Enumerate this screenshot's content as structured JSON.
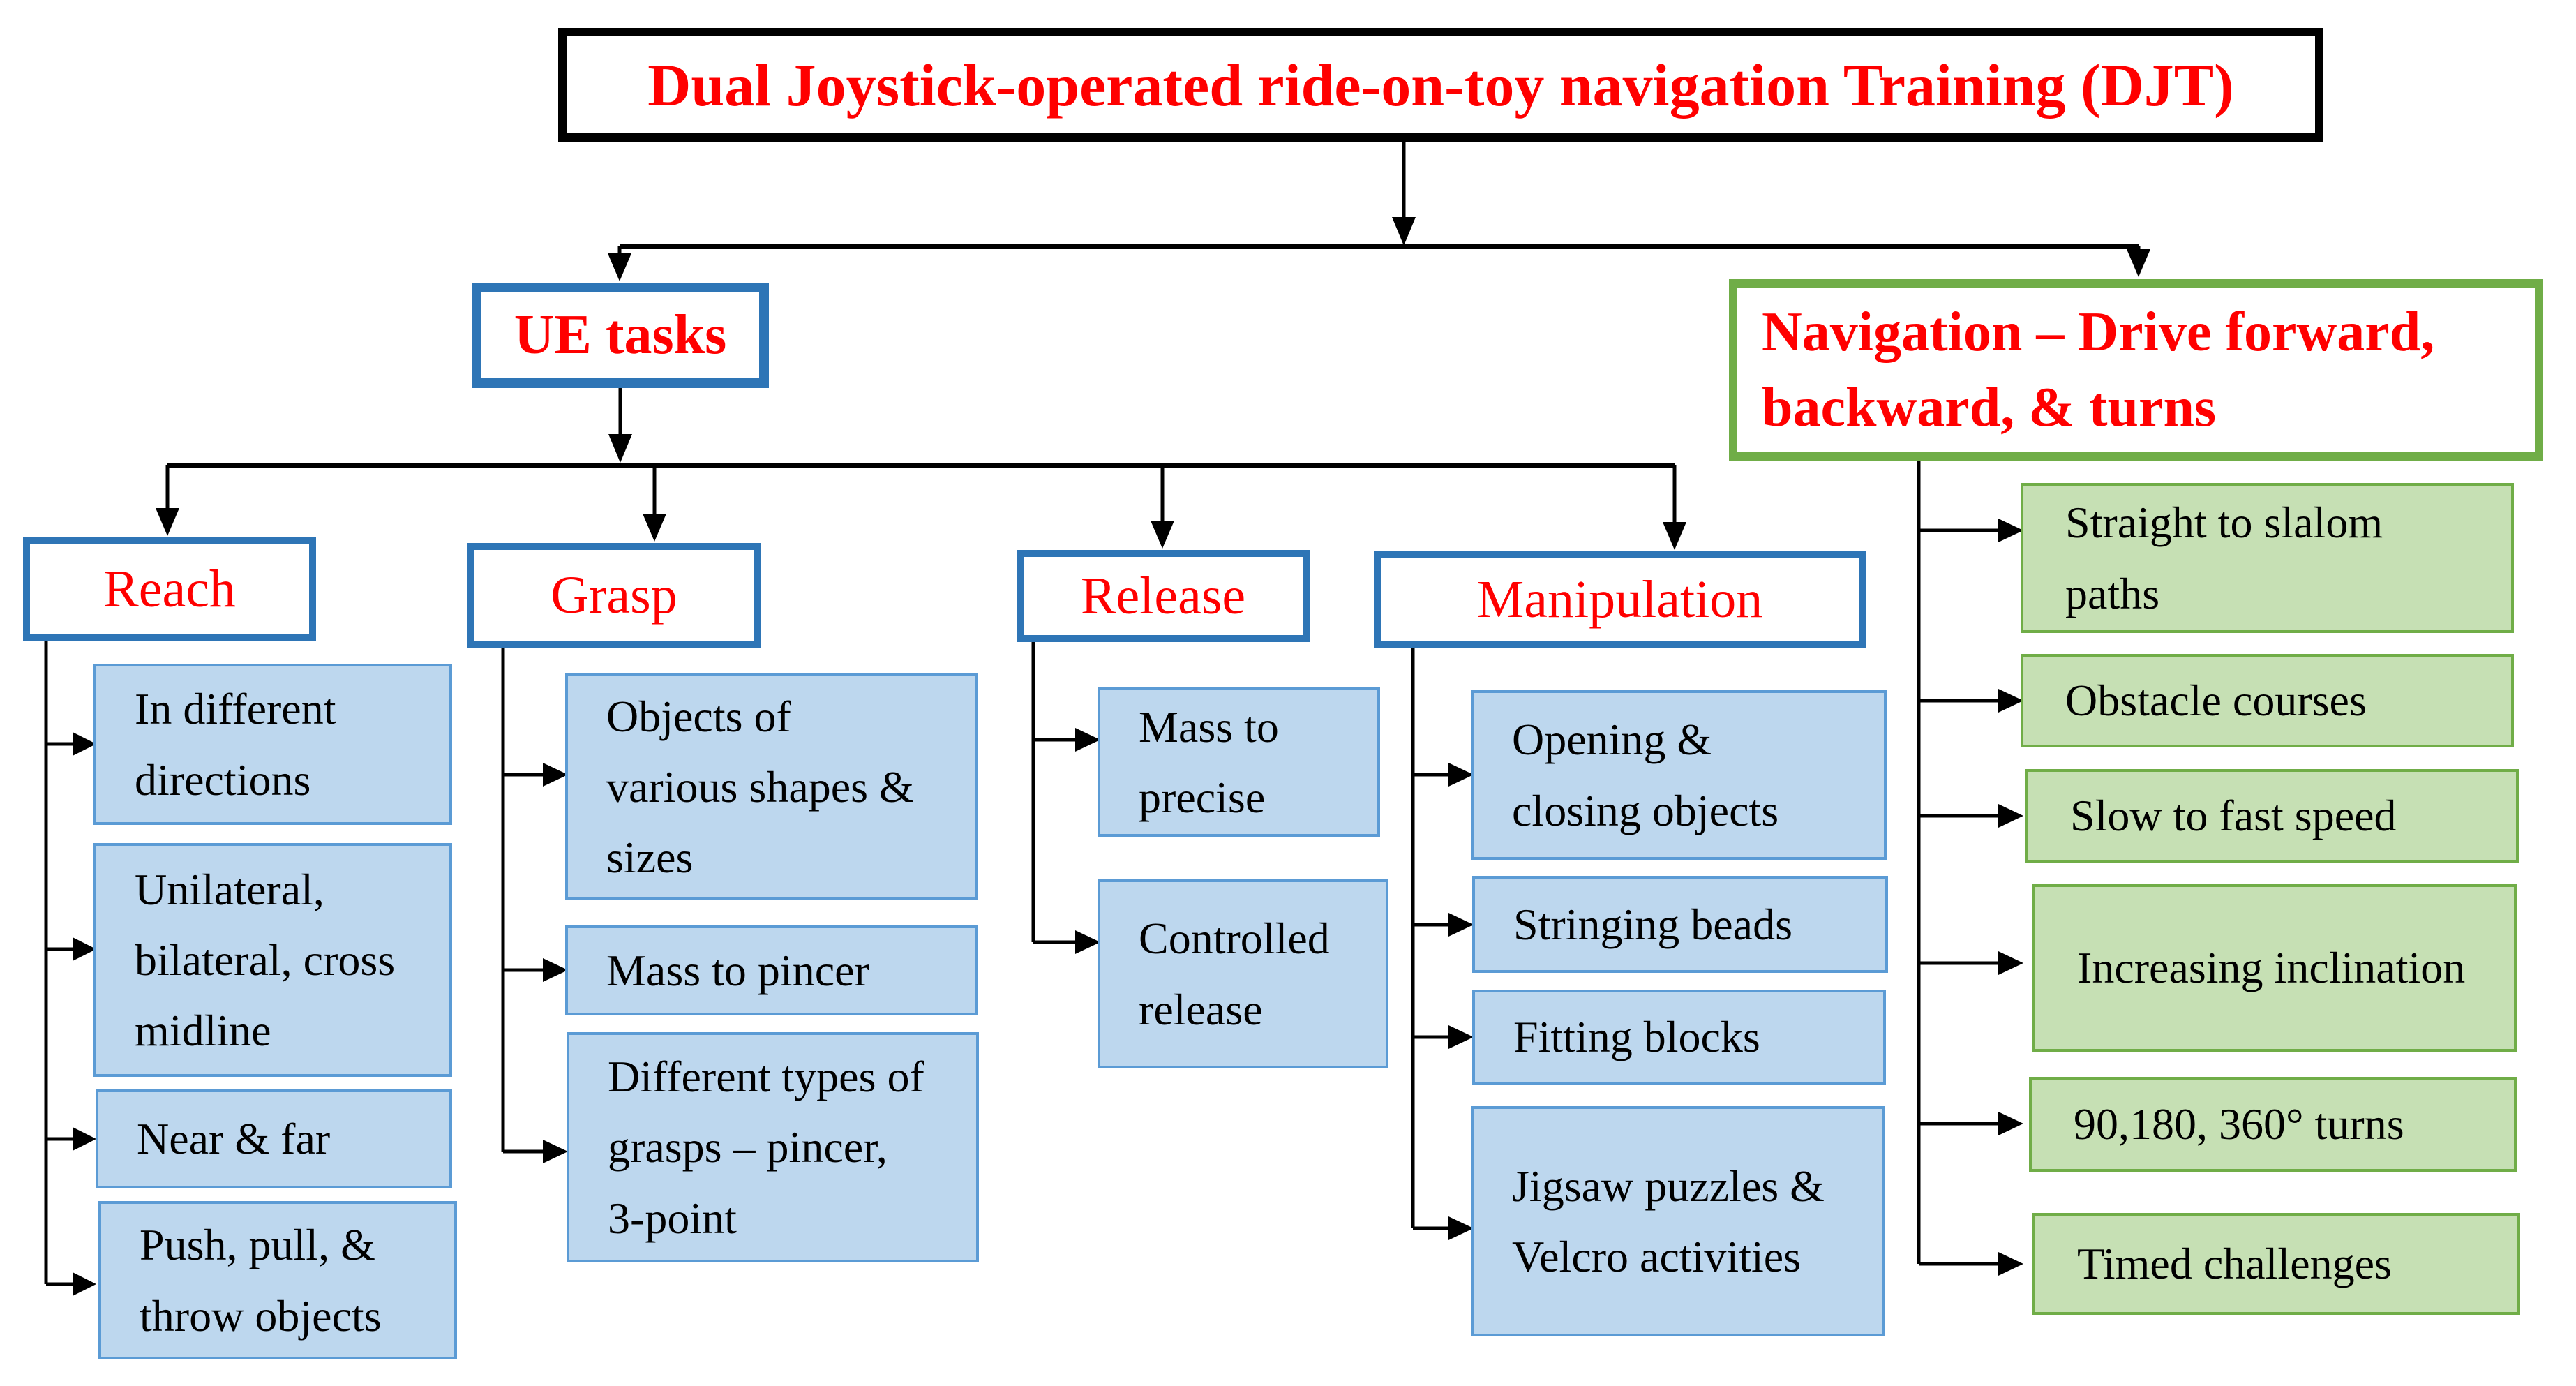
{
  "title": "Dual Joystick-operated ride-on-toy navigation Training (DJT)",
  "colors": {
    "red": "#FF0000",
    "blue_border": "#2E75B6",
    "light_blue_fill": "#BDD7EE",
    "light_blue_border": "#5B9BD5",
    "green_border": "#70AD47",
    "light_green_fill": "#C6E0B4",
    "connector": "#000000"
  },
  "branches": {
    "ue_tasks": {
      "label": "UE tasks",
      "categories": [
        {
          "label": "Reach",
          "children": [
            "In different directions",
            "Unilateral, bilateral, cross midline",
            "Near & far",
            "Push, pull, & throw objects"
          ]
        },
        {
          "label": "Grasp",
          "children": [
            "Objects of various shapes & sizes",
            "Mass to pincer",
            "Different types of  grasps – pincer, 3-point"
          ]
        },
        {
          "label": "Release",
          "children": [
            "Mass to precise",
            "Controlled release"
          ]
        },
        {
          "label": "Manipulation",
          "children": [
            "Opening & closing objects",
            "Stringing beads",
            "Fitting blocks",
            "Jigsaw puzzles & Velcro activities"
          ]
        }
      ]
    },
    "navigation": {
      "label": "Navigation – Drive forward, backward, & turns",
      "children": [
        "Straight to slalom paths",
        "Obstacle courses",
        "Slow to fast speed",
        "Increasing inclination",
        "90,180, 360° turns",
        "Timed challenges"
      ]
    }
  }
}
